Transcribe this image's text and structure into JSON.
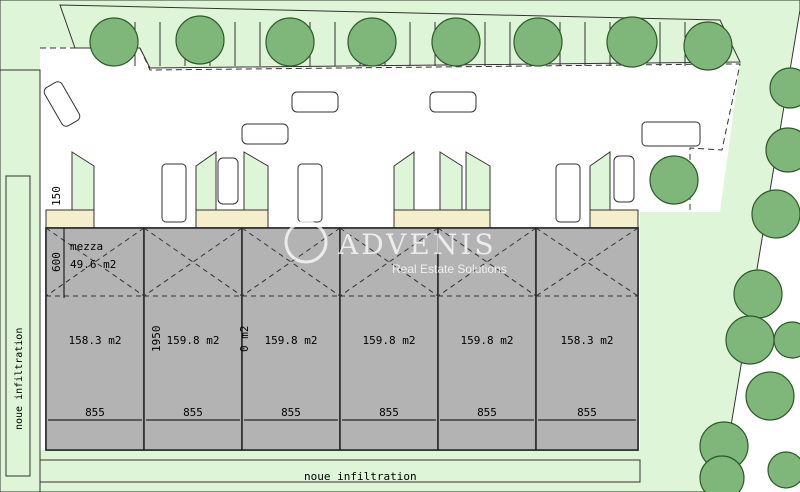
{
  "units": [
    {
      "area": "158.3 m2",
      "width": "855"
    },
    {
      "area": "159.8 m2",
      "width": "855"
    },
    {
      "area": "159.8 m2",
      "width": "855"
    },
    {
      "area": "159.8 m2",
      "width": "855"
    },
    {
      "area": "159.8 m2",
      "width": "855"
    },
    {
      "area": "158.3 m2",
      "width": "855"
    }
  ],
  "mezzanine": {
    "label": "mezza",
    "area": "49.6 m2"
  },
  "dimensions": {
    "d150": "150",
    "d600": "600",
    "d1950": "1950",
    "d0m2": "0 m2"
  },
  "infiltration": {
    "left": "noue infiltration",
    "bottom": "noue infiltration"
  },
  "watermark": {
    "brand": "ADVENIS",
    "tagline": "Real Estate Solutions"
  },
  "colors": {
    "green": "#dff5d8",
    "tree": "#7fb77a",
    "building": "#b3b3b3",
    "beige": "#f5eecb"
  }
}
